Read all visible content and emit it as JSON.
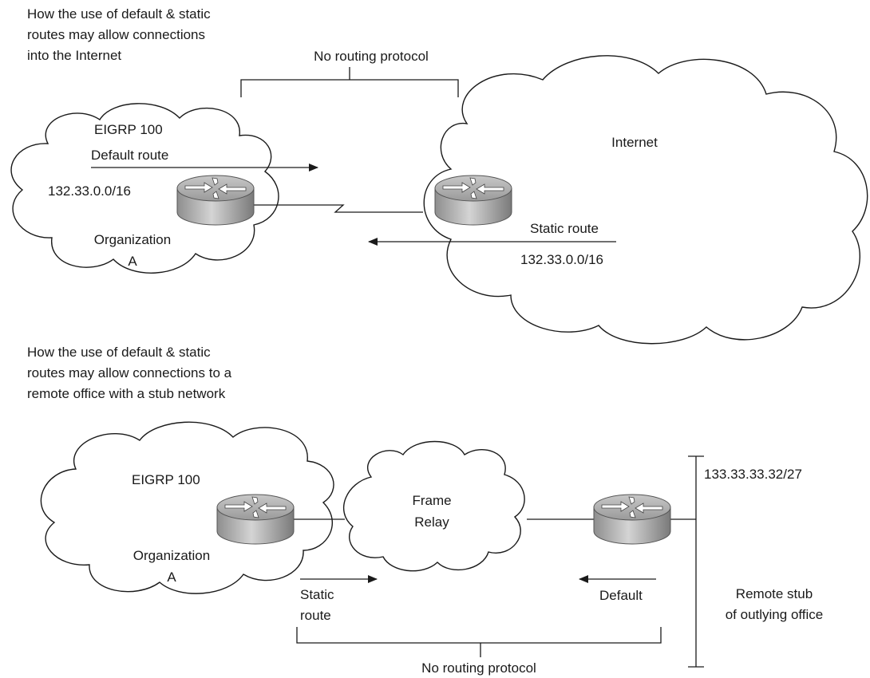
{
  "top": {
    "caption": [
      "How the use of default & static",
      "routes may allow connections",
      "into the Internet"
    ],
    "no_routing_label": "No routing protocol",
    "org_cloud": {
      "eigrp_label": "EIGRP 100",
      "default_route_label": "Default route",
      "network_label": "132.33.0.0/16",
      "org_label_line1": "Organization",
      "org_label_line2": "A"
    },
    "internet_cloud": {
      "title": "Internet",
      "static_route_label": "Static route",
      "network_label": "132.33.0.0/16"
    }
  },
  "bottom": {
    "caption": [
      "How the use of default & static",
      "routes may allow connections to a",
      "remote office with a stub network"
    ],
    "org_cloud": {
      "eigrp_label": "EIGRP 100",
      "org_label_line1": "Organization",
      "org_label_line2": "A"
    },
    "frame_relay": {
      "line1": "Frame",
      "line2": "Relay"
    },
    "static_route_line1": "Static",
    "static_route_line2": "route",
    "default_label": "Default",
    "stub_network": "133.33.33.32/27",
    "remote_stub_line1": "Remote stub",
    "remote_stub_line2": "of outlying office",
    "no_routing_label": "No routing protocol"
  }
}
